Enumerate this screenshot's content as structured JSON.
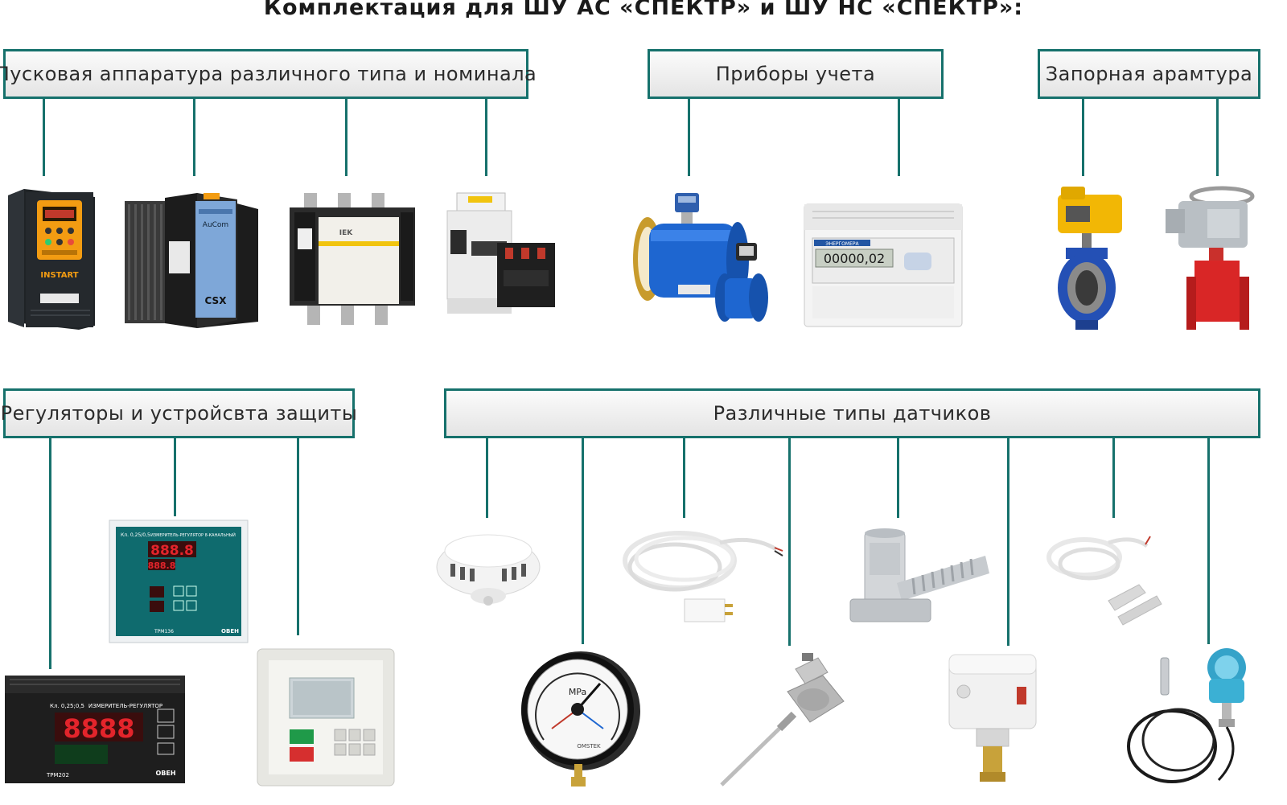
{
  "title": "Комплектация для ШУ АС «СПЕКТР» и ШУ НС «СПЕКТР»:",
  "categories": [
    {
      "label": "Пусковая аппаратура различного типа и номинала"
    },
    {
      "label": "Приборы учета"
    },
    {
      "label": "Запорная арамтура"
    },
    {
      "label": "Регуляторы и устройсвта защиты"
    },
    {
      "label": "Различные типы датчиков"
    }
  ],
  "device_labels": {
    "vfd_brand": "INSTART",
    "softstarter_brand": "AuCom",
    "softstarter_model": "CSX",
    "contactor_brand": "IEK",
    "meter_brand": "ЭНЕРГОМЕРА",
    "meter_digits": "00000,02",
    "trm136_display_top": "888.8",
    "trm136_display_bottom": "888.8",
    "trm136_model": "ТРМ136",
    "trm136_caption": "ИЗМЕРИТЕЛЬ-РЕГУЛЯТОР 8-КАНАЛЬНЫЙ",
    "trm136_class": "Кл. 0,25/0,5",
    "owen_logo": "ОВЕН",
    "trm202_caption": "ИЗМЕРИТЕЛЬ-РЕГУЛЯТОР",
    "trm202_class": "Кл. 0,25;0,5",
    "trm202_display": "8888",
    "trm202_model": "ТРМ202",
    "gauge_unit": "MPa",
    "gauge_brand": "OMSTEK"
  },
  "colors": {
    "accent_teal": "#16716c",
    "box_fill_top": "#fbfbfb",
    "box_fill_bottom": "#e4e4e4",
    "title_text": "#1a1a1a",
    "label_text": "#2b2b2b",
    "display_red": "#e3242b",
    "valve_blue": "#2450b5",
    "valve_red": "#d92626",
    "actuator_yellow": "#f2b705",
    "flowmeter_blue": "#1e66d0",
    "vfd_orange": "#f39c12"
  }
}
